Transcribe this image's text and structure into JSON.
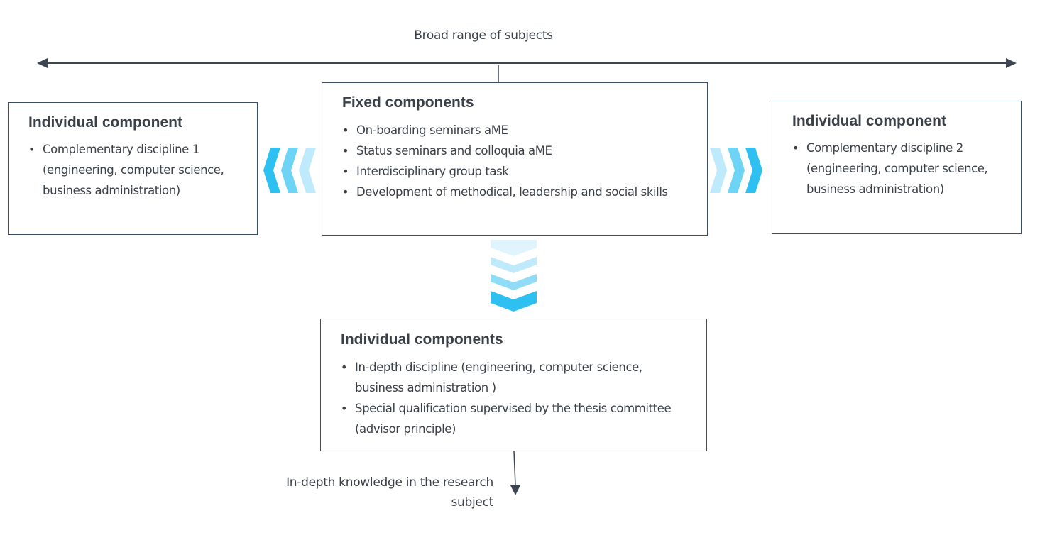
{
  "axis": {
    "label": "Broad range of subjects"
  },
  "left_box": {
    "title": "Individual component",
    "items": [
      "Complementary discipline 1 (engineering, computer science, business administration)"
    ]
  },
  "center_box": {
    "title": "Fixed components",
    "items": [
      "On-boarding seminars aME",
      "Status seminars and colloquia aME",
      "Interdisciplinary group task",
      "Development of methodical, leadership and social skills"
    ]
  },
  "right_box": {
    "title": "Individual component",
    "items": [
      "Complementary discipline 2 (engineering, computer science, business administration)"
    ]
  },
  "bottom_box": {
    "title": "Individual components",
    "items": [
      "In-depth discipline (engineering, computer science, business administration )",
      "Special qualification supervised by the thesis committee (advisor principle)"
    ]
  },
  "output_label": "In-depth knowledge in the research subject",
  "colors": {
    "line": "#3d4452",
    "chevron_dark": "#2ec0f0",
    "chevron_mid": "#6dd4f5",
    "chevron_light": "#bfeafb"
  }
}
